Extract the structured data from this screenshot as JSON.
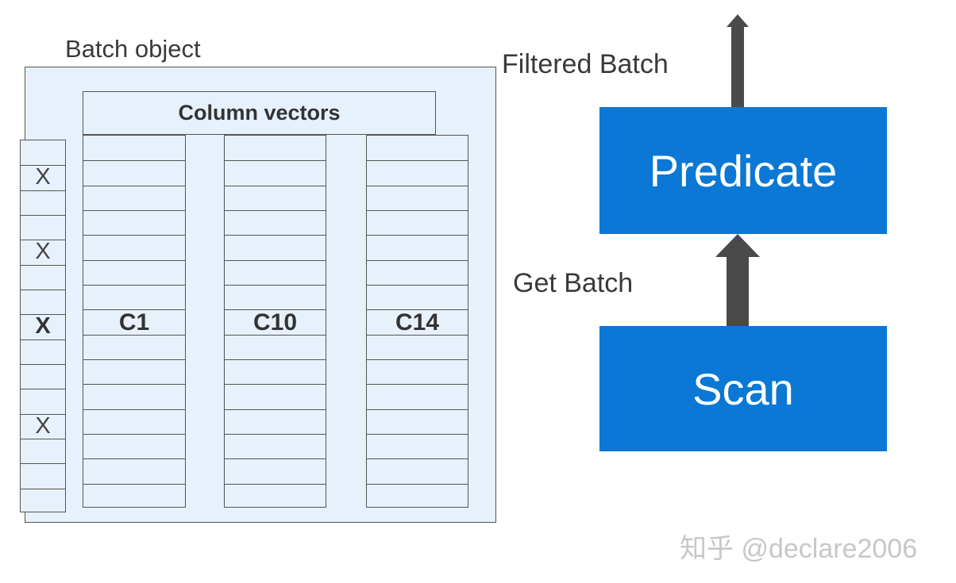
{
  "batch": {
    "label": "Batch object",
    "header": "Column vectors"
  },
  "selection_vector": {
    "rows": 15,
    "marks": [
      {
        "row": 1,
        "text": "X",
        "emphasis": false
      },
      {
        "row": 4,
        "text": "X",
        "emphasis": false
      },
      {
        "row": 7,
        "text": "X",
        "emphasis": true
      },
      {
        "row": 11,
        "text": "X",
        "emphasis": false
      }
    ]
  },
  "columns": [
    {
      "name": "C1",
      "rows": 15
    },
    {
      "name": "C10",
      "rows": 15
    },
    {
      "name": "C14",
      "rows": 15
    }
  ],
  "operators": {
    "predicate": "Predicate",
    "scan": "Scan",
    "filtered_label": "Filtered Batch",
    "get_batch_label": "Get Batch"
  },
  "watermark": "知乎 @declare2006",
  "colors": {
    "batch_fill": "#e6f1fb",
    "operator_fill": "#0a78d4",
    "arrow": "#4a4a4a"
  }
}
